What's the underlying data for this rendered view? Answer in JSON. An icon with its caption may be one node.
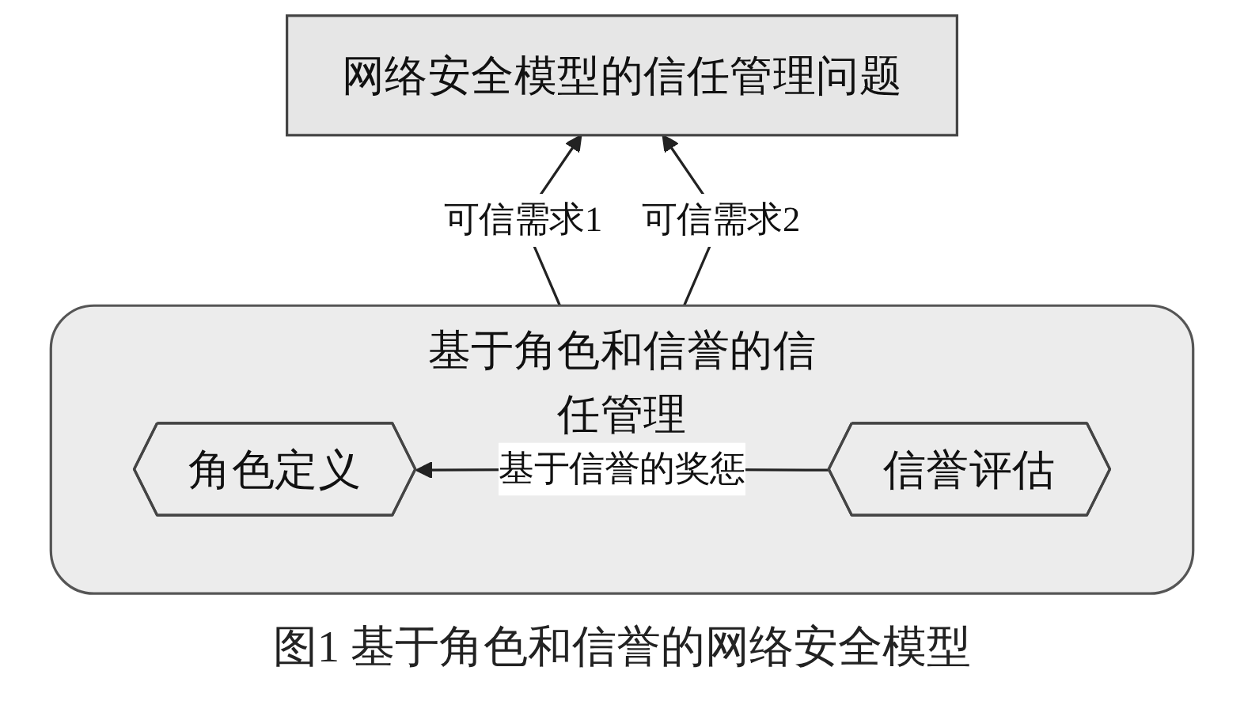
{
  "diagram": {
    "caption": "图1 基于角色和信誉的网络安全模型",
    "nodes": [
      {
        "text": [
          "网络安全模型的信任管理问题"
        ]
      },
      {
        "text": [
          "基于角色和信誉的信任管理"
        ]
      },
      {
        "text": [
          "角色定义"
        ],
        "in": 1
      },
      {
        "text": [
          "信誉评估"
        ],
        "in": 1
      }
    ],
    "edges": [
      {
        "from": 1,
        "to": 0,
        "arrow": "to",
        "label": "可信需求1"
      },
      {
        "from": 1,
        "to": 0,
        "arrow": "to",
        "label": "可信需求2"
      },
      {
        "from": 3,
        "to": 2,
        "arrow": "to",
        "label": "基于信誉的奖惩"
      }
    ]
  }
}
